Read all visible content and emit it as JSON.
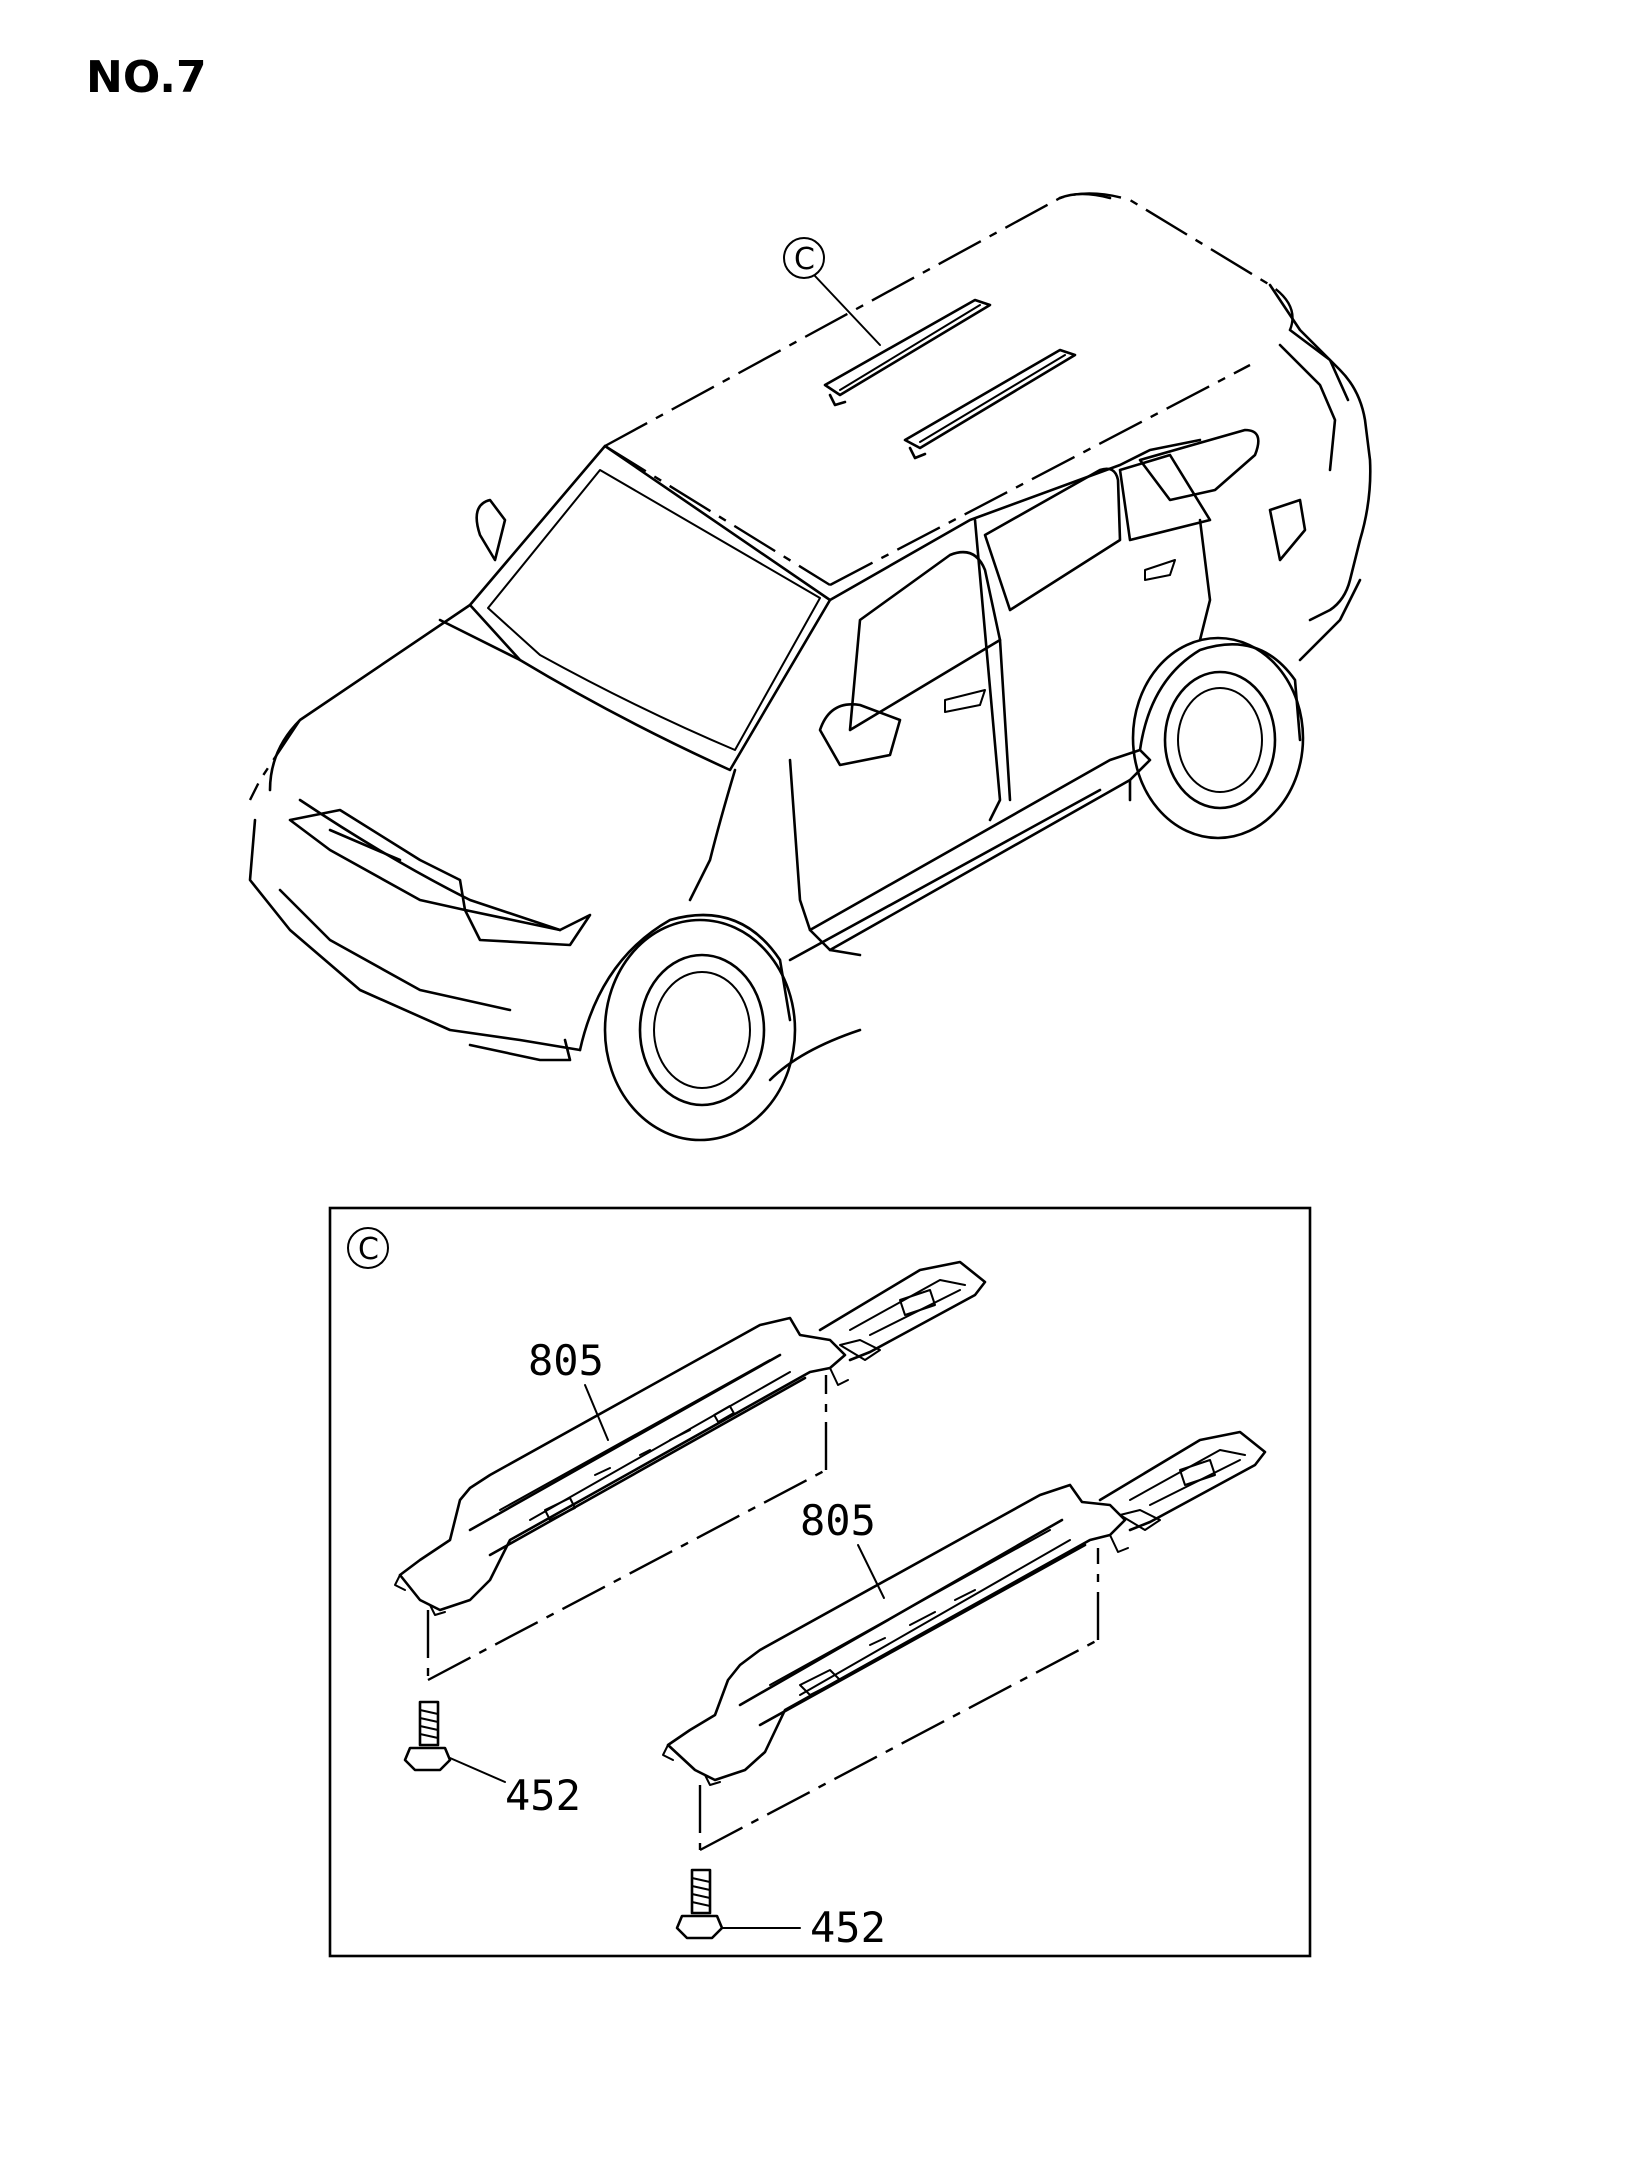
{
  "title": "NO.7",
  "callouts": {
    "vehicle_marker": "C",
    "detail_marker": "C"
  },
  "parts": {
    "rail_upper_label": "805",
    "rail_lower_label": "805",
    "bolt_upper_label": "452",
    "bolt_lower_label": "452"
  }
}
